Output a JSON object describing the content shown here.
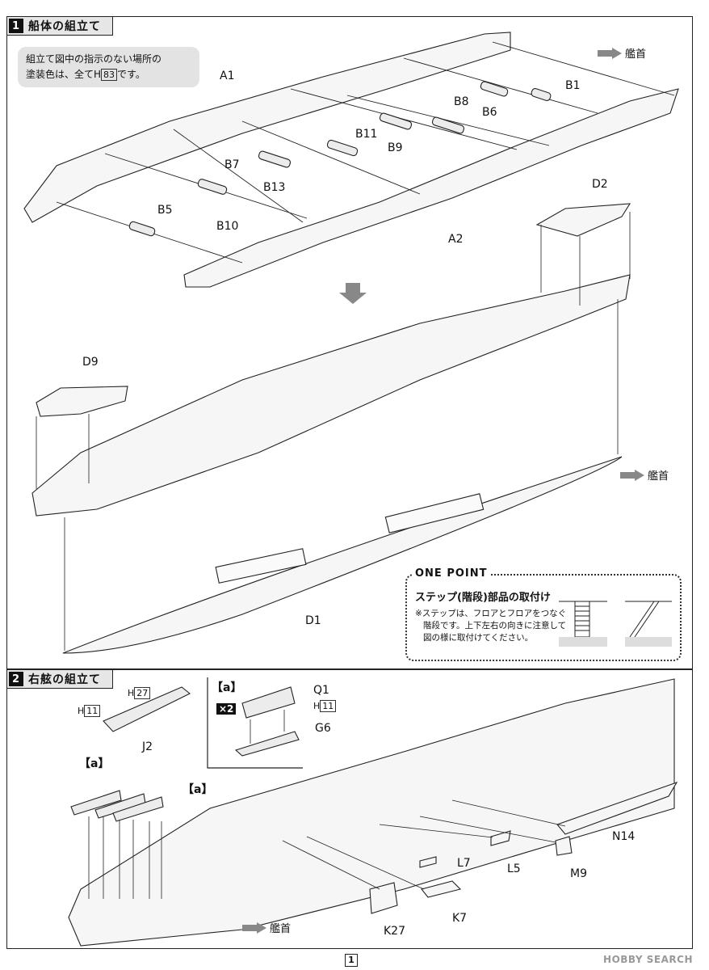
{
  "step1": {
    "number": "1",
    "title": "船体の組立て",
    "note_line1": "組立て図中の指示のない場所の",
    "note_line2_a": "塗装色は、全てH",
    "note_color_code": "83",
    "note_line2_b": "です。",
    "bow_label": "艦首",
    "parts": [
      "A1",
      "A2",
      "B1",
      "B5",
      "B6",
      "B7",
      "B8",
      "B9",
      "B10",
      "B11",
      "B13",
      "D1",
      "D2",
      "D9"
    ]
  },
  "one_point": {
    "title": "ONE POINT",
    "subtitle": "ステップ(階段)部品の取付け",
    "body_1": "※ステップは、フロアとフロアをつなぐ",
    "body_2": "階段です。上下左右の向きに注意して",
    "body_3": "図の様に取付けてください。"
  },
  "step2": {
    "number": "2",
    "title": "右舷の組立て",
    "bow_label": "艦首",
    "sub_a": "【a】",
    "multiplier": "×2",
    "h_prefix": "H",
    "color_11": "11",
    "color_27": "27",
    "parts": [
      "Q1",
      "G6",
      "J2",
      "L5",
      "L7",
      "K7",
      "K27",
      "M9",
      "N14"
    ]
  },
  "page_number": "1",
  "watermark": "HOBBY SEARCH",
  "colors": {
    "line": "#222222",
    "fill": "#f4f4f4",
    "note_bg": "#e3e3e3"
  }
}
